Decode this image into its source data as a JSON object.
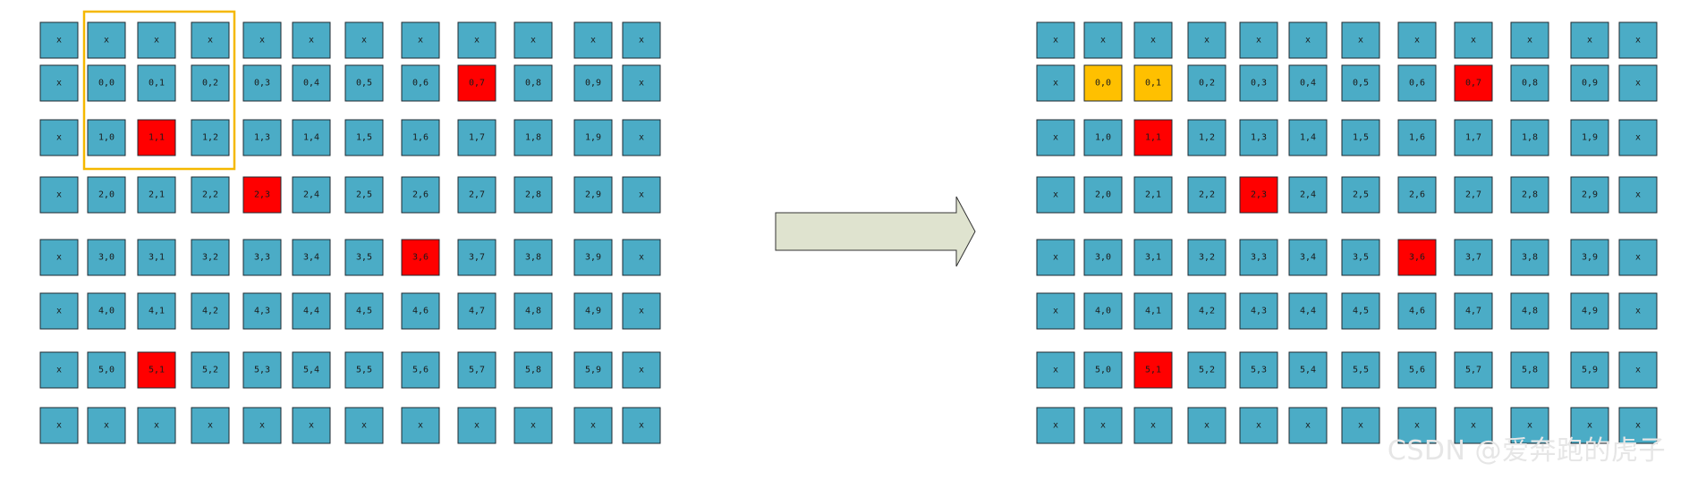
{
  "colors": {
    "cell": "#4bacc6",
    "obstacle": "#ff0000",
    "highlight": "#ffc000",
    "window_border": "#f5b800",
    "arrow_fill": "#dfe3cf",
    "arrow_stroke": "#333333"
  },
  "grid": {
    "rows": 8,
    "cols": 12,
    "row_labels": [
      [
        "x",
        "x",
        "x",
        "x",
        "x",
        "x",
        "x",
        "x",
        "x",
        "x",
        "x",
        "x"
      ],
      [
        "x",
        "0,0",
        "0,1",
        "0,2",
        "0,3",
        "0,4",
        "0,5",
        "0,6",
        "0,7",
        "0,8",
        "0,9",
        "x"
      ],
      [
        "x",
        "1,0",
        "1,1",
        "1,2",
        "1,3",
        "1,4",
        "1,5",
        "1,6",
        "1,7",
        "1,8",
        "1,9",
        "x"
      ],
      [
        "x",
        "2,0",
        "2,1",
        "2,2",
        "2,3",
        "2,4",
        "2,5",
        "2,6",
        "2,7",
        "2,8",
        "2,9",
        "x"
      ],
      [
        "x",
        "3,0",
        "3,1",
        "3,2",
        "3,3",
        "3,4",
        "3,5",
        "3,6",
        "3,7",
        "3,8",
        "3,9",
        "x"
      ],
      [
        "x",
        "4,0",
        "4,1",
        "4,2",
        "4,3",
        "4,4",
        "4,5",
        "4,6",
        "4,7",
        "4,8",
        "4,9",
        "x"
      ],
      [
        "x",
        "5,0",
        "5,1",
        "5,2",
        "5,3",
        "5,4",
        "5,5",
        "5,6",
        "5,7",
        "5,8",
        "5,9",
        "x"
      ],
      [
        "x",
        "x",
        "x",
        "x",
        "x",
        "x",
        "x",
        "x",
        "x",
        "x",
        "x",
        "x"
      ]
    ]
  },
  "left_grid": {
    "obstacles": [
      "0,7",
      "1,1",
      "2,3",
      "3,6",
      "5,1"
    ],
    "highlighted": [],
    "window_cells": [
      "x",
      "0,0",
      "0,1",
      "0,2",
      "1,0",
      "1,1",
      "1,2"
    ]
  },
  "right_grid": {
    "obstacles": [
      "0,7",
      "1,1",
      "2,3",
      "3,6",
      "5,1"
    ],
    "highlighted": [
      "0,0",
      "0,1"
    ]
  },
  "icons": {
    "arrow": "right-arrow-icon"
  },
  "watermark": "CSDN @爱奔跑的虎子"
}
